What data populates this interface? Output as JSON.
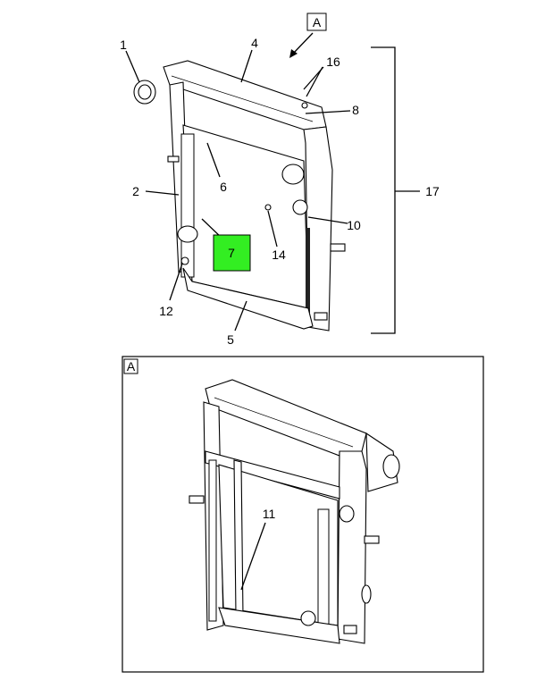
{
  "diagram": {
    "view_label": "A",
    "callouts": {
      "c1": "1",
      "c2": "2",
      "c4": "4",
      "c5": "5",
      "c6": "6",
      "c7": "7",
      "c8": "8",
      "c10": "10",
      "c12": "12",
      "c14": "14",
      "c16": "16",
      "c17": "17"
    },
    "highlight_color": "#33ee22",
    "detail": {
      "label": "A",
      "callout_11": "11"
    }
  }
}
